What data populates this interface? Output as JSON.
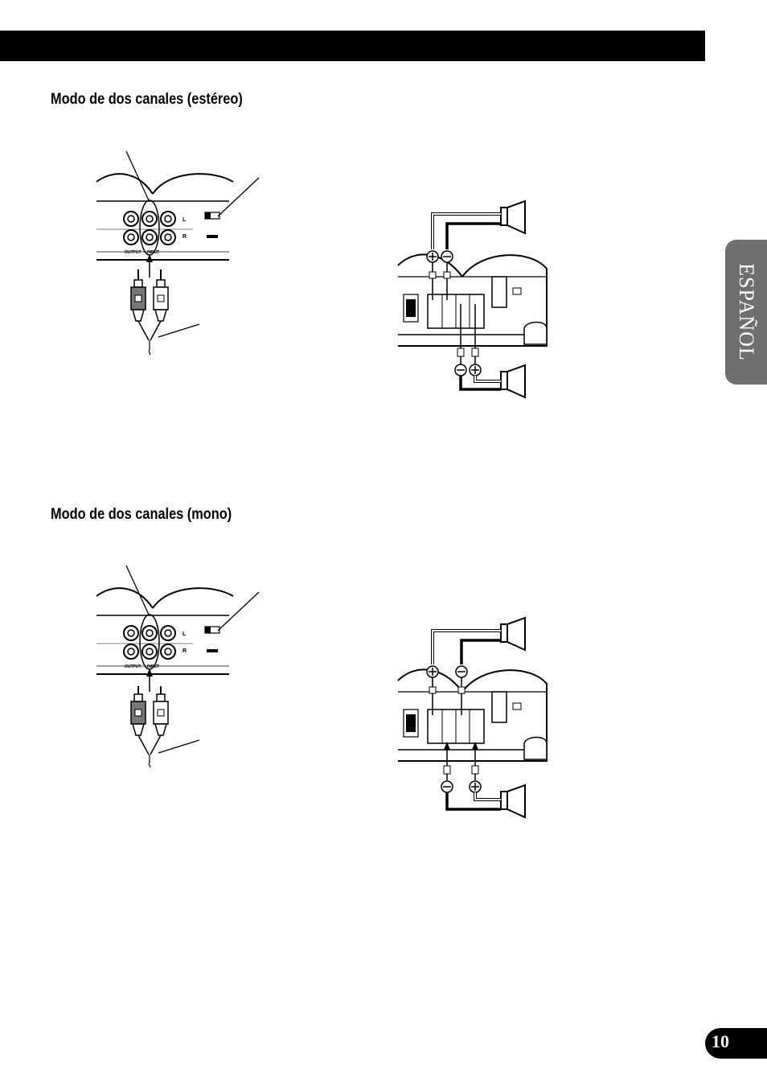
{
  "header": {
    "bar_color": "#000000"
  },
  "sections": [
    {
      "title": "Modo de dos canales (estéreo)",
      "rca_panel": {
        "channel_left": "L",
        "channel_right": "R",
        "output_label": "OUTPUT",
        "input_label": "INPUT"
      }
    },
    {
      "title": "Modo de dos canales (mono)",
      "rca_panel": {
        "channel_left": "L",
        "channel_right": "R",
        "output_label": "OUTPUT",
        "input_label": "INPUT"
      }
    }
  ],
  "side_tab": {
    "label": "ESPAÑOL",
    "color": "#6f6f6f"
  },
  "page_number": "10",
  "icons": [
    "rca-plug-icon",
    "speaker-icon",
    "amplifier-icon",
    "positive-terminal-icon",
    "negative-terminal-icon"
  ]
}
